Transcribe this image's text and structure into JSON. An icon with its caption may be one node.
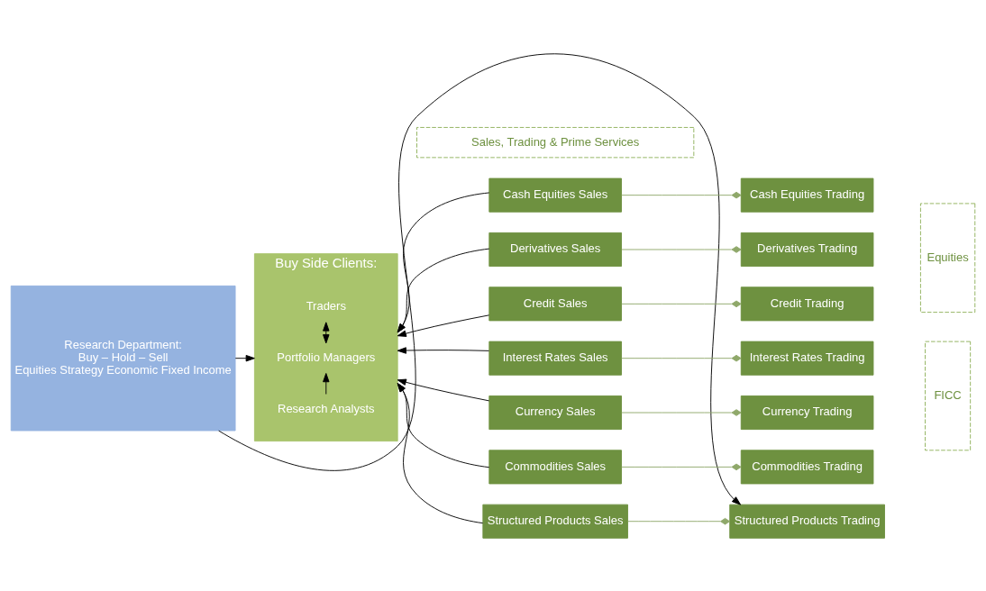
{
  "diagram": {
    "nodes": [
      {
        "text": [
          "Research Department:",
          "Buy – Hold – Sell",
          "Equities Strategy Economic Fixed Income"
        ]
      },
      {
        "text": [
          "Buy Side Clients:"
        ]
      },
      {
        "text": [
          "Research Analysts"
        ],
        "in": 1
      },
      {
        "text": [
          "Portfolio Managers"
        ],
        "in": 1
      },
      {
        "text": [
          "Traders"
        ],
        "in": 1
      },
      {
        "text": [
          "Sales, Trading & Prime Services"
        ]
      },
      {
        "text": [
          "Cash Equities Sales"
        ]
      },
      {
        "text": [
          "Cash Equities Trading"
        ]
      },
      {
        "text": [
          "Derivatives Sales"
        ]
      },
      {
        "text": [
          "Derivatives Trading"
        ]
      },
      {
        "text": [
          "Credit Sales"
        ]
      },
      {
        "text": [
          "Credit Trading"
        ]
      },
      {
        "text": [
          "Interest Rates Sales"
        ]
      },
      {
        "text": [
          "Interest Rates Trading"
        ]
      },
      {
        "text": [
          "Currency Sales"
        ]
      },
      {
        "text": [
          "Currency Trading"
        ]
      },
      {
        "text": [
          "Commodities Sales"
        ]
      },
      {
        "text": [
          "Commodities Trading"
        ]
      },
      {
        "text": [
          "Structured Products Sales"
        ]
      },
      {
        "text": [
          "Structured Products Trading"
        ]
      },
      {
        "text": [
          "Equities"
        ]
      },
      {
        "text": [
          "FICC"
        ]
      }
    ],
    "edges": [
      {
        "from": 0,
        "to": 1,
        "arrow": "to"
      },
      {
        "from": 2,
        "to": 3,
        "arrow": "to"
      },
      {
        "from": 3,
        "to": 4,
        "arrow": "both"
      },
      {
        "from": 6,
        "to": 1,
        "arrow": "to"
      },
      {
        "from": 8,
        "to": 1,
        "arrow": "to"
      },
      {
        "from": 10,
        "to": 1,
        "arrow": "to"
      },
      {
        "from": 12,
        "to": 1,
        "arrow": "to"
      },
      {
        "from": 14,
        "to": 1,
        "arrow": "to"
      },
      {
        "from": 16,
        "to": 1,
        "arrow": "to"
      },
      {
        "from": 18,
        "to": 1,
        "arrow": "to"
      },
      {
        "from": 6,
        "to": 7,
        "arrow": "other",
        "color": "#8fa86a"
      },
      {
        "from": 8,
        "to": 9,
        "arrow": "other",
        "color": "#8fa86a"
      },
      {
        "from": 10,
        "to": 11,
        "arrow": "other",
        "color": "#8fa86a"
      },
      {
        "from": 12,
        "to": 13,
        "arrow": "other",
        "color": "#8fa86a"
      },
      {
        "from": 14,
        "to": 15,
        "arrow": "other",
        "color": "#8fa86a"
      },
      {
        "from": 16,
        "to": 17,
        "arrow": "other",
        "color": "#8fa86a"
      },
      {
        "from": 18,
        "to": 19,
        "arrow": "other",
        "color": "#8fa86a"
      },
      {
        "from": 0,
        "to": 19,
        "arrow": "to"
      }
    ]
  }
}
